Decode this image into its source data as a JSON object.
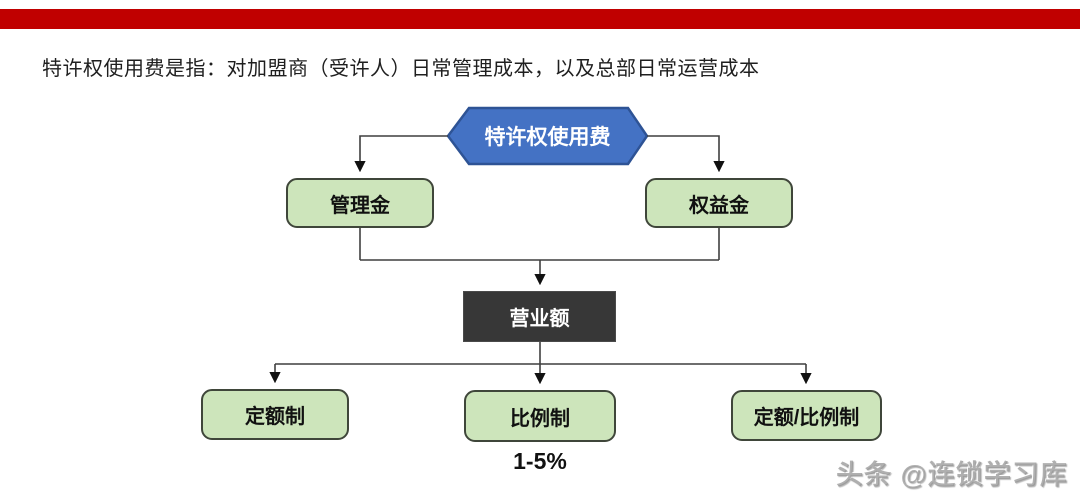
{
  "page": {
    "description": "特许权使用费是指：对加盟商（受许人）日常管理成本，以及总部日常运营成本",
    "accent_bar_color": "#c00000",
    "background_color": "#ffffff"
  },
  "diagram": {
    "type": "flowchart",
    "root": {
      "label": "特许权使用费",
      "shape": "hexagon",
      "fill": "#4472c4",
      "border": "#2e5395",
      "text_color": "#ffffff"
    },
    "level1": [
      {
        "label": "管理金"
      },
      {
        "label": "权益金"
      }
    ],
    "middle": {
      "label": "营业额",
      "fill": "#373737",
      "text_color": "#ffffff"
    },
    "level2": [
      {
        "label": "定额制"
      },
      {
        "label": "比例制",
        "note": "1-5%"
      },
      {
        "label": "定额/比例制"
      }
    ],
    "annotation": "1-5%",
    "node_fill": "#cde5bb",
    "node_border": "#3f463a",
    "line_color": "#3f3f3f",
    "edges": [
      "特许权使用费 -> 管理金",
      "特许权使用费 -> 权益金",
      "管理金 -> 营业额",
      "权益金 -> 营业额",
      "营业额 -> 定额制",
      "营业额 -> 比例制",
      "营业额 -> 定额/比例制"
    ]
  },
  "watermark": {
    "text": "头条 @连锁学习库"
  }
}
